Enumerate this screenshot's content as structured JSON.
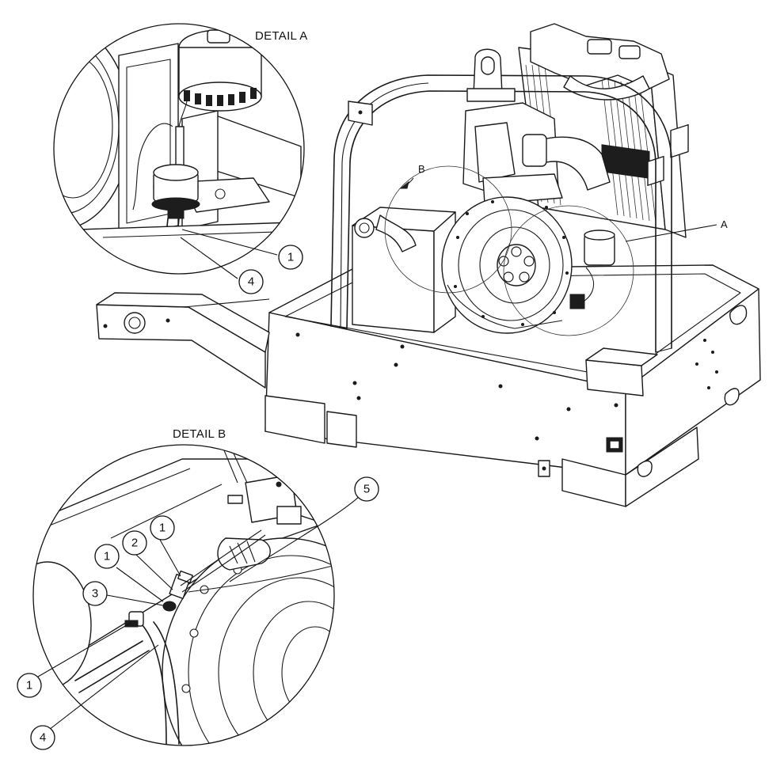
{
  "labels": {
    "detail_a": "DETAIL A",
    "detail_b": "DETAIL B",
    "callout_a": "A",
    "callout_b": "B"
  },
  "balloons": {
    "a1": "1",
    "a4": "4",
    "b1_top": "1",
    "b2": "2",
    "b1_left": "1",
    "b3": "3",
    "b5": "5",
    "b1_bottom": "1",
    "b4": "4"
  }
}
